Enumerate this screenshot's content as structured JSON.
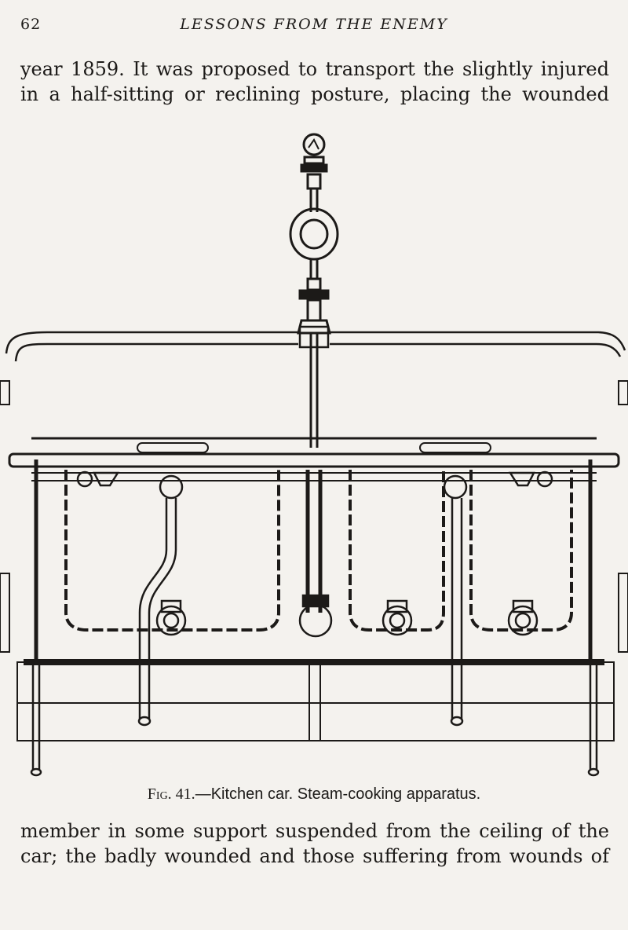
{
  "running_head": {
    "page_number": "62",
    "title": "LESSONS FROM THE ENEMY"
  },
  "text_top": [
    "year 1859. It was proposed to transport the slightly injured",
    "in a half-sitting or reclining posture, placing the wounded"
  ],
  "figure": {
    "caption_label": "Fig. 41.",
    "caption_text": "—Kitchen car. Steam-cooking apparatus."
  },
  "text_bottom": [
    "member in some support suspended from the ceiling of the",
    "car; the badly wounded and those suffering from wounds of"
  ]
}
